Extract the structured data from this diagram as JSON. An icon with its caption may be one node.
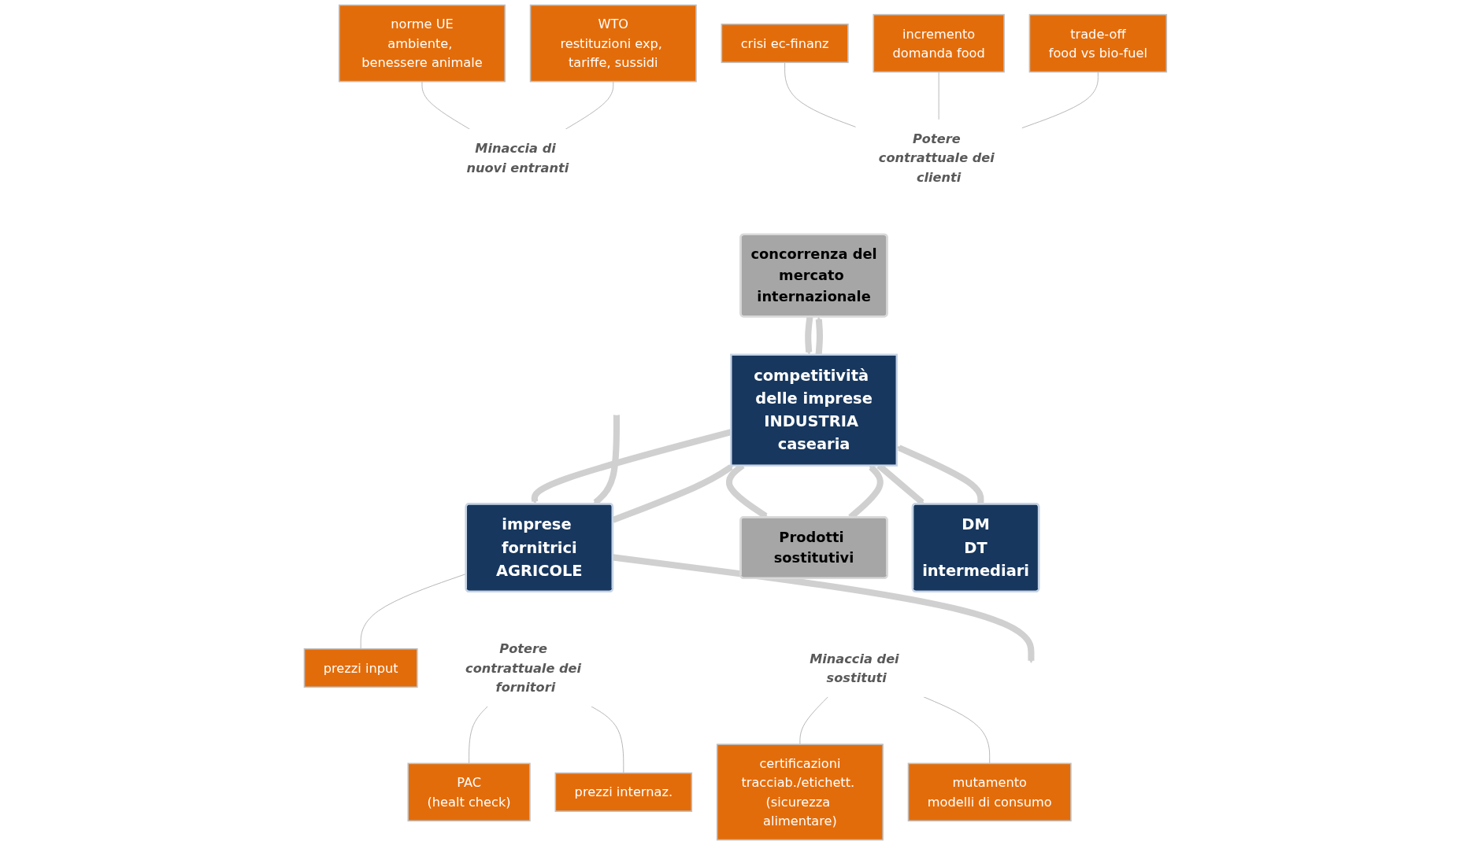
{
  "diagram": {
    "nodes": [
      {
        "text": [
          "concorrenza del",
          "mercato internazionale"
        ]
      },
      {
        "text": [
          "competitività delle imprese",
          "INDUSTRIA casearia"
        ]
      },
      {
        "text": [
          "imprese fornitrici",
          "AGRICOLE"
        ]
      },
      {
        "text": [
          "DM",
          "DT",
          "intermediari"
        ]
      },
      {
        "text": [
          "Prodotti sostitutivi"
        ]
      },
      {
        "text": [
          "norme UE",
          "ambiente, benessere animale"
        ]
      },
      {
        "text": [
          "WTO",
          "restituzioni exp, tariffe, sussidi"
        ]
      },
      {
        "text": [
          "crisi ec-finanz"
        ]
      },
      {
        "text": [
          "incremento",
          "domanda food"
        ]
      },
      {
        "text": [
          "trade-off",
          "food vs bio-fuel"
        ]
      },
      {
        "text": [
          "PAC",
          "(healt check)"
        ]
      },
      {
        "text": [
          "prezzi internaz."
        ]
      },
      {
        "text": [
          "prezzi input"
        ]
      },
      {
        "text": [
          "certificazioni",
          "tracciab./etichett. (sicurezza alimentare)"
        ]
      },
      {
        "text": [
          "mutamento",
          "modelli di consumo"
        ]
      },
      {
        "text": [
          "Minaccia di nuovi entranti"
        ]
      },
      {
        "text": [
          "Potere contrattuale dei clienti"
        ]
      },
      {
        "text": [
          "Potere contrattuale dei fornitori"
        ]
      },
      {
        "text": [
          "Minaccia dei sostituti"
        ]
      }
    ],
    "edges": [
      {
        "from": 0,
        "to": 1,
        "arrow": "to",
        "style": "thick",
        "color": "#d0d0d0"
      },
      {
        "from": 1,
        "to": 0,
        "arrow": "to",
        "style": "thick",
        "color": "#d0d0d0"
      },
      {
        "from": 1,
        "to": 2,
        "arrow": "to",
        "style": "thick",
        "color": "#d0d0d0"
      },
      {
        "from": 2,
        "to": 1,
        "arrow": "to",
        "style": "thick",
        "color": "#d0d0d0"
      },
      {
        "from": 3,
        "to": 1,
        "arrow": "to",
        "style": "thick",
        "color": "#d0d0d0"
      },
      {
        "from": 1,
        "to": 3,
        "arrow": "to",
        "style": "thick",
        "color": "#d0d0d0"
      },
      {
        "from": 1,
        "to": 4,
        "arrow": "to",
        "style": "thick",
        "color": "#d0d0d0"
      },
      {
        "from": 4,
        "to": 1,
        "arrow": "to",
        "style": "thick",
        "color": "#d0d0d0"
      },
      {
        "from": 2,
        "to": null,
        "arrow": "to",
        "style": "thick",
        "color": "#d0d0d0"
      },
      {
        "from": null,
        "to": 2,
        "arrow": "to",
        "style": "thick",
        "color": "#d0d0d0"
      },
      {
        "from": 5,
        "to": 15,
        "arrow": "none"
      },
      {
        "from": 6,
        "to": 15,
        "arrow": "none"
      },
      {
        "from": 7,
        "to": 16,
        "arrow": "none"
      },
      {
        "from": 8,
        "to": 16,
        "arrow": "none"
      },
      {
        "from": 9,
        "to": 16,
        "arrow": "none"
      },
      {
        "from": 17,
        "to": 10,
        "arrow": "none"
      },
      {
        "from": 17,
        "to": 11,
        "arrow": "none"
      },
      {
        "from": 2,
        "to": 12,
        "arrow": "none"
      },
      {
        "from": 18,
        "to": 13,
        "arrow": "none"
      },
      {
        "from": 18,
        "to": 14,
        "arrow": "none"
      }
    ]
  }
}
